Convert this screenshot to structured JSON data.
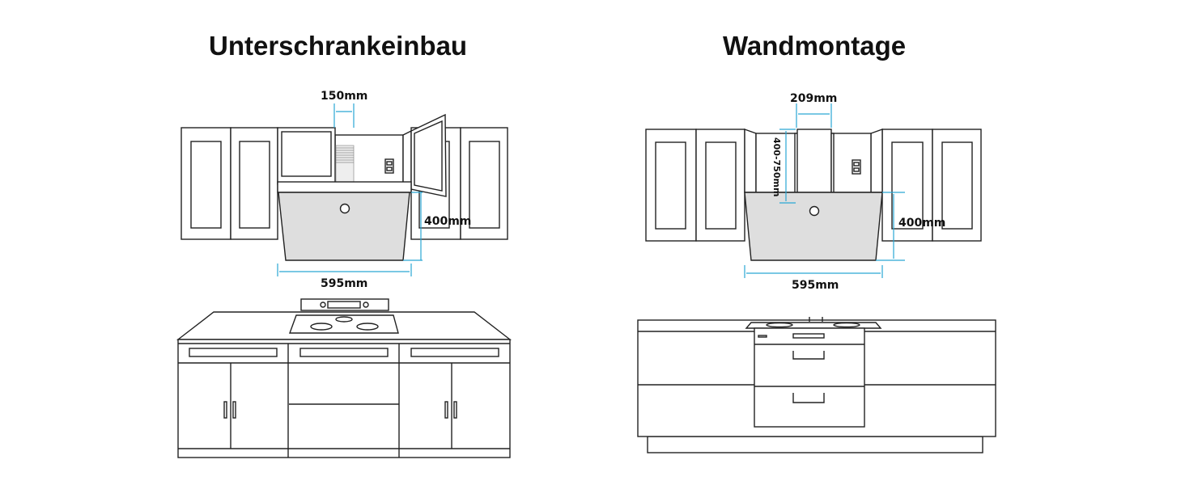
{
  "left": {
    "title": "Unterschrankeinbau",
    "dim_duct": "150mm",
    "dim_height": "400mm",
    "dim_width": "595mm"
  },
  "right": {
    "title": "Wandmontage",
    "dim_chimney": "209mm",
    "dim_chimney_height": "400-750mm",
    "dim_height": "400mm",
    "dim_width": "595mm"
  },
  "colors": {
    "dimension": "#2aa7d4",
    "hood": "#dedede"
  }
}
